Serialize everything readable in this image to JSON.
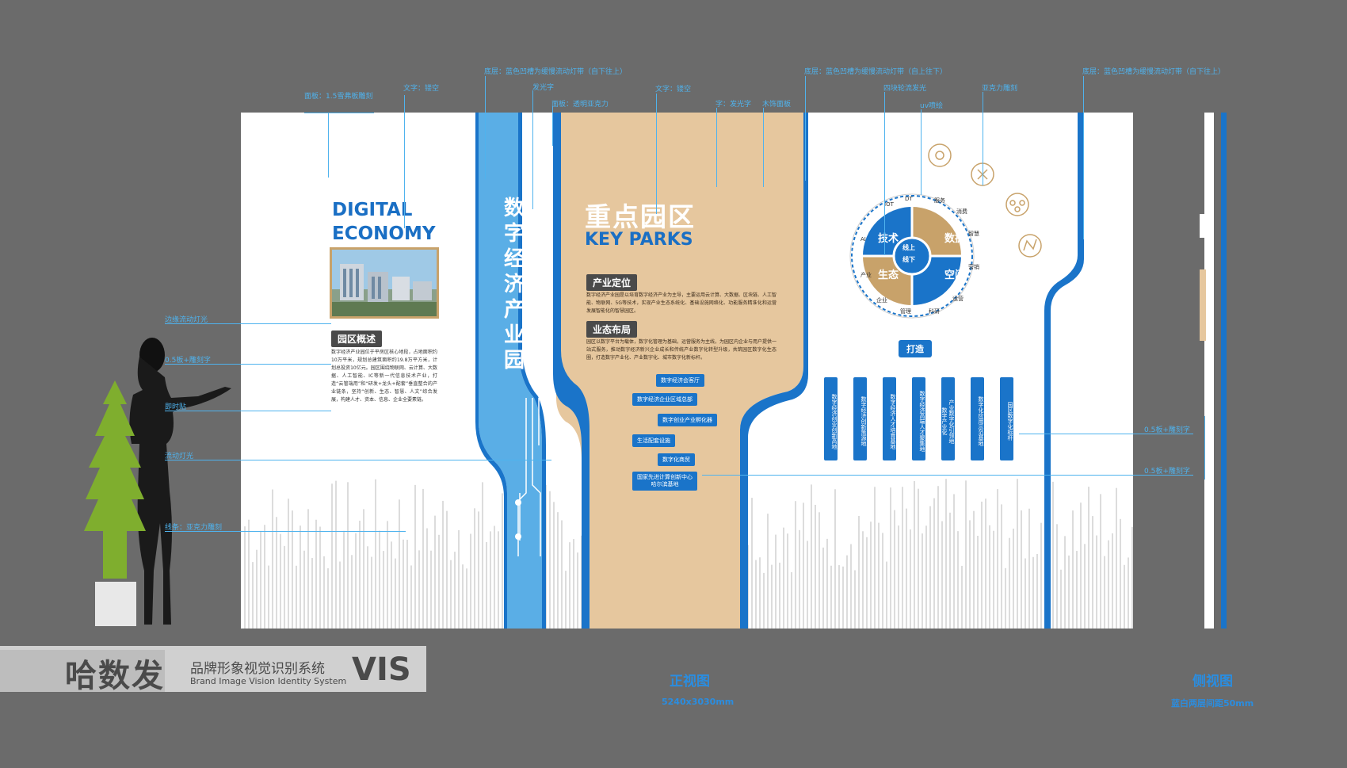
{
  "annotations": {
    "panel": "面板：1.5雪弗板雕刻",
    "text_hollow1": "文字：镂空",
    "bottom_blue1": "底层：蓝色凹槽为缓慢流动灯带（自下往上）",
    "glow_text": "发光字",
    "panel_acrylic": "面板：透明亚克力",
    "text_hollow2": "文字：镂空",
    "char_glow": "字：发光字",
    "wood_panel": "木饰面板",
    "bottom_blue2": "底层：蓝色凹槽为缓慢流动灯带（自上往下）",
    "four_block": "四块轮流发光",
    "uv": "uv喷绘",
    "acrylic_carve": "亚克力雕刻",
    "bottom_blue3": "底层：蓝色凹槽为缓慢流动灯带（自下往上）",
    "edge_light": "边缘流动灯光",
    "board_carve": "0.5板+雕刻字",
    "instant_paste": "即时贴",
    "flow_light": "流动灯光",
    "line_acrylic": "线条：亚克力雕刻",
    "right_board1": "0.5板+雕刻字",
    "right_board2": "0.5板+雕刻字"
  },
  "left_panel": {
    "title_line1": "DIGITAL",
    "title_line2": "ECONOMY",
    "section_tag": "园区概述",
    "body": "数字经济产业园位于平房区核心地段，占地面积约10万平米，规划总建筑面积约19.8万平方米，计划总投资10亿元。园区围绕物联网、云计算、大数据、人工智能、IC等新一代信息技术产业，打造“云管端用”和“研发+龙头+配套”垂直整合的产业链条，坚持“创新、生态、智慧、人文”综合发展，构建人才、资本、信息、企业全要素链。"
  },
  "blue_strip": {
    "vertical_title": "数字经济产业园"
  },
  "wood_panel": {
    "title_cn": "重点园区",
    "title_en": "KEY PARKS",
    "tag1": "产业定位",
    "body1": "数字经济产业园是以培育数字经济产业为主导，主要运用云计算、大数据、区块链、人工智能、物联网、5G等技术，实现产业生态系统化、基础设施网络化、功能服务精准化和运营发展智能化的智慧园区。",
    "tag2": "业态布局",
    "body2": "园区以数字平台为载体，数字化管理为基础，运营服务为主线，为园区内企业与用户提供一站式服务，推动数字经济新兴企业成长和传统产业数字化转型升级，共筑园区数字化生态圈，打造数字产业化、产业数字化、城市数字化新标杆。",
    "buttons": [
      "数字经济会客厅",
      "数字经济企业区域总部",
      "数字创业产业孵化器",
      "生活配套设施",
      "数字化商贸",
      "国家先进计算创新中心\n哈尔滨基地"
    ]
  },
  "circle": {
    "center_top": "线上",
    "center_bottom": "线下",
    "quadrants": [
      "技术",
      "数据",
      "生态",
      "空间"
    ],
    "ring_labels": [
      "IOT",
      "DT",
      "服务",
      "消费",
      "智慧",
      "营销",
      "运营",
      "科研",
      "管理",
      "企业",
      "产业",
      "AI"
    ]
  },
  "right_panel": {
    "build_tag": "打造",
    "cards": [
      "数字经济创业创新高地",
      "数字经济创新策源地",
      "数字经济人才培育基地",
      "数字经济高端人才聚集地",
      "产业数字化引领地\n数字产业化",
      "数字化应用示范基地",
      "园区数字化标杆"
    ]
  },
  "footer": {
    "brand_cn": "哈数发",
    "brand_sub_cn": "品牌形象视觉识别系统",
    "brand_sub_en": "Brand Image Vision Identity System",
    "vis": "VIS",
    "front_view": "正视图",
    "front_size": "5240x3030mm",
    "side_view": "侧视图",
    "side_note": "蓝白两层间距50mm"
  },
  "colors": {
    "blue": "#1a74c9",
    "light_blue": "#5aaee6",
    "wood": "#e6c79e",
    "annotation": "#4fb3ee",
    "gold": "#c8a26a"
  }
}
